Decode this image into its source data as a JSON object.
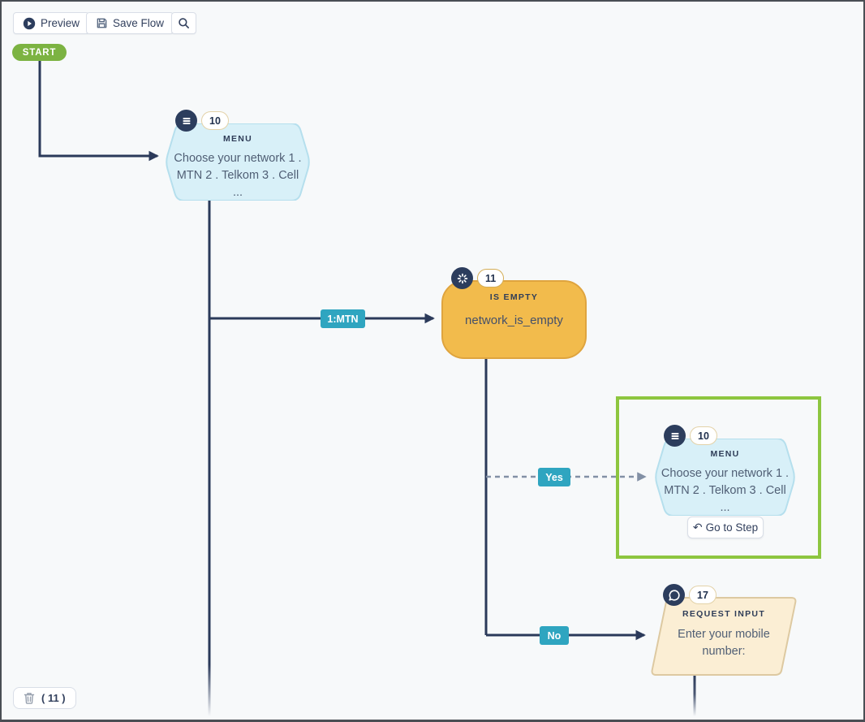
{
  "toolbar": {
    "preview_label": "Preview",
    "save_label": "Save Flow"
  },
  "canvas": {
    "start_label": "START"
  },
  "nodes": {
    "menu_top": {
      "id": "10",
      "type": "MENU",
      "text": "Choose your network 1 . MTN 2 . Telkom 3 . Cell ..."
    },
    "is_empty": {
      "id": "11",
      "type": "IS EMPTY",
      "text": "network_is_empty"
    },
    "menu_selected": {
      "id": "10",
      "type": "MENU",
      "text": "Choose your network 1 . MTN 2 . Telkom 3 . Cell ...",
      "action_label": "Go to Step"
    },
    "request_input": {
      "id": "17",
      "type": "REQUEST INPUT",
      "text": "Enter your mobile number:"
    }
  },
  "edges": {
    "mtn_label": "1:MTN",
    "yes_label": "Yes",
    "no_label": "No"
  },
  "footer": {
    "delete_count": "( 11 )"
  },
  "colors": {
    "start_green": "#7cb342",
    "selection_green": "#8dc63f",
    "edge_teal": "#2fa5c0",
    "line_navy": "#2b3a5a",
    "dashed_gray": "#8290a5",
    "icon_navy": "#2c3d5d",
    "menu_node_fill": "#d8f0f8",
    "menu_node_border": "#b5dfed",
    "is_empty_fill": "#f2bb4c",
    "is_empty_border": "#dfa43e",
    "request_input_fill": "#fbeed4",
    "request_input_border": "#ddc9a1"
  }
}
